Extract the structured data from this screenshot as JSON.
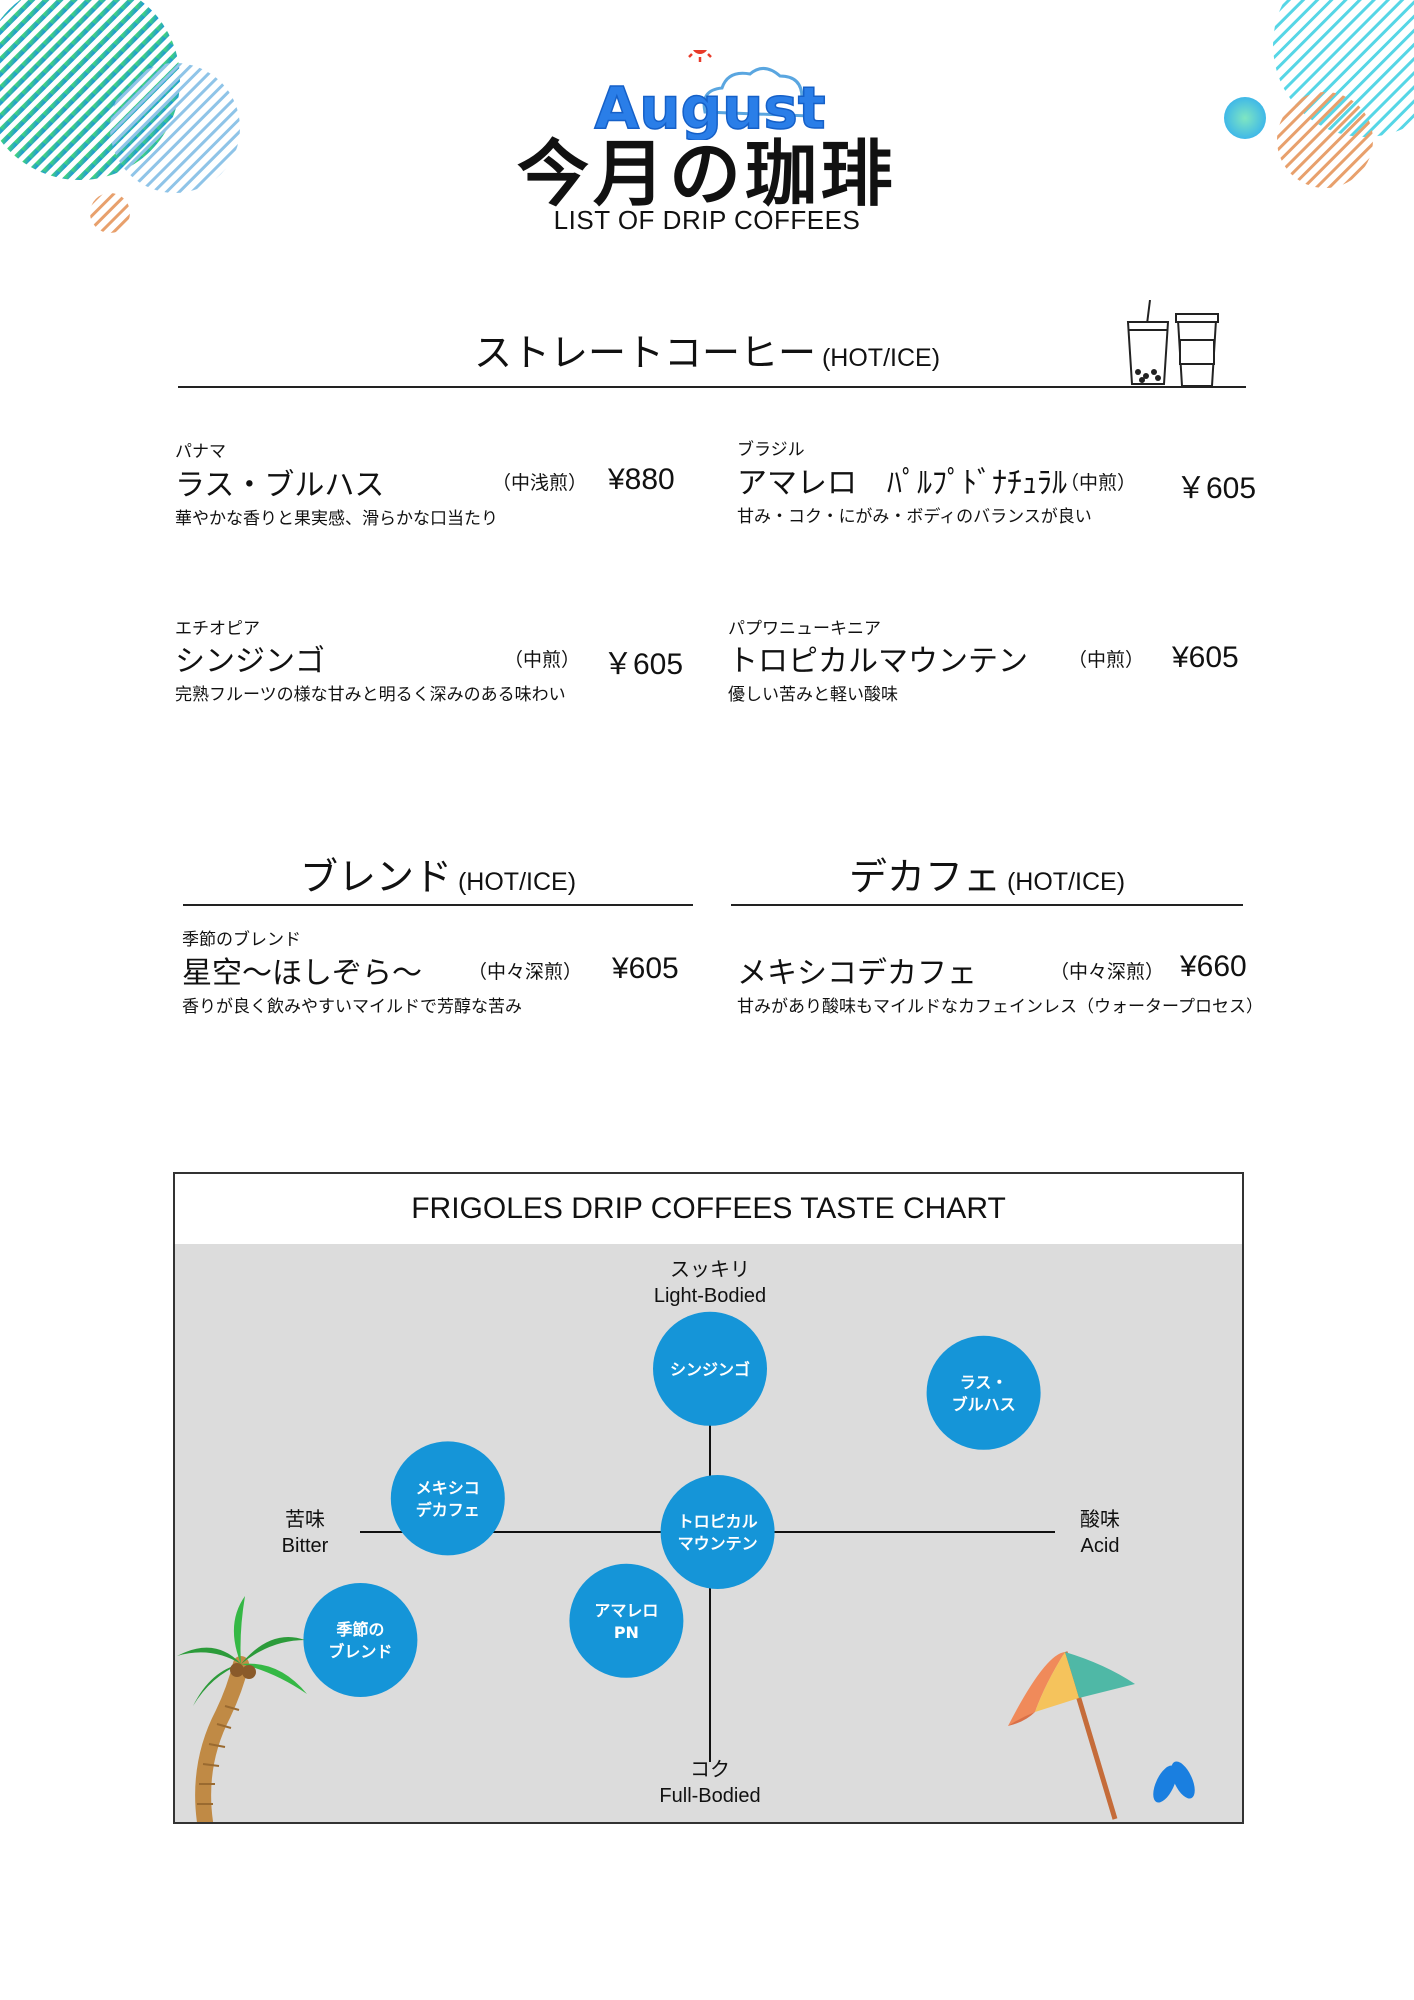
{
  "header": {
    "month": "August",
    "title": "今月の珈琲",
    "subtitle": "LIST OF DRIP COFFEES"
  },
  "sections": {
    "straight": {
      "title": "ストレートコーヒー",
      "tag": "(HOT/ICE)"
    },
    "blend": {
      "title": "ブレンド",
      "tag": "(HOT/ICE)"
    },
    "decaf": {
      "title": "デカフェ",
      "tag": "(HOT/ICE)"
    }
  },
  "items": {
    "panama": {
      "origin": "パナマ",
      "name": "ラス・ブルハス",
      "roast": "（中浅煎）",
      "price": "¥880",
      "desc": "華やかな香りと果実感、滑らかな口当たり"
    },
    "brazil": {
      "origin": "ブラジル",
      "name": "アマレロ　ﾊﾟﾙﾌﾟﾄﾞﾅﾁｭﾗﾙ",
      "roast": "（中煎）",
      "price": "￥605",
      "desc": "甘み・コク・にがみ・ボディのバランスが良い"
    },
    "ethiopia": {
      "origin": "エチオピア",
      "name": "シンジンゴ",
      "roast": "（中煎）",
      "price": "￥605",
      "desc": "完熟フルーツの様な甘みと明るく深みのある味わい"
    },
    "png": {
      "origin": "パプワニューキニア",
      "name": "トロピカルマウンテン",
      "roast": "（中煎）",
      "price": "¥605",
      "desc": "優しい苦みと軽い酸味"
    },
    "blend": {
      "origin": "季節のブレンド",
      "name": "星空〜ほしぞら〜",
      "roast": "（中々深煎）",
      "price": "¥605",
      "desc": "香りが良く飲みやすいマイルドで芳醇な苦み"
    },
    "decaf": {
      "name": "メキシコデカフェ",
      "roast": "（中々深煎）",
      "price": "¥660",
      "desc": "甘みがあり酸味もマイルドなカフェインレス（ウォータープロセス）"
    }
  },
  "chart_data": {
    "type": "scatter",
    "title": "FRIGOLES DRIP COFFEES TASTE CHART",
    "axes": {
      "top": {
        "ja": "スッキリ",
        "en": "Light-Bodied"
      },
      "bottom": {
        "ja": "コク",
        "en": "Full-Bodied"
      },
      "left": {
        "ja": "苦味",
        "en": "Bitter"
      },
      "right": {
        "ja": "酸味",
        "en": "Acid"
      }
    },
    "x_range": [
      -1,
      1
    ],
    "y_range": [
      -1,
      1
    ],
    "bubble_color": "#1595d8",
    "points": [
      {
        "label": [
          "シンジンゴ"
        ],
        "x": 0.0,
        "y": 0.68
      },
      {
        "label": [
          "ラス・",
          "ブルハス"
        ],
        "x": 0.72,
        "y": 0.58
      },
      {
        "label": [
          "メキシコ",
          "デカフェ"
        ],
        "x": -0.69,
        "y": 0.14
      },
      {
        "label": [
          "トロピカル",
          "マウンテン"
        ],
        "x": 0.02,
        "y": 0.0
      },
      {
        "label": [
          "季節の",
          "ブレンド"
        ],
        "x": -0.92,
        "y": -0.45
      },
      {
        "label": [
          "アマレロ",
          "PN"
        ],
        "x": -0.22,
        "y": -0.37
      }
    ]
  },
  "colors": {
    "accent_blue": "#1595d8",
    "month_blue": "#2a7ee8",
    "deco_orange": "#e9a06a",
    "deco_green": "#3bdc7a"
  }
}
